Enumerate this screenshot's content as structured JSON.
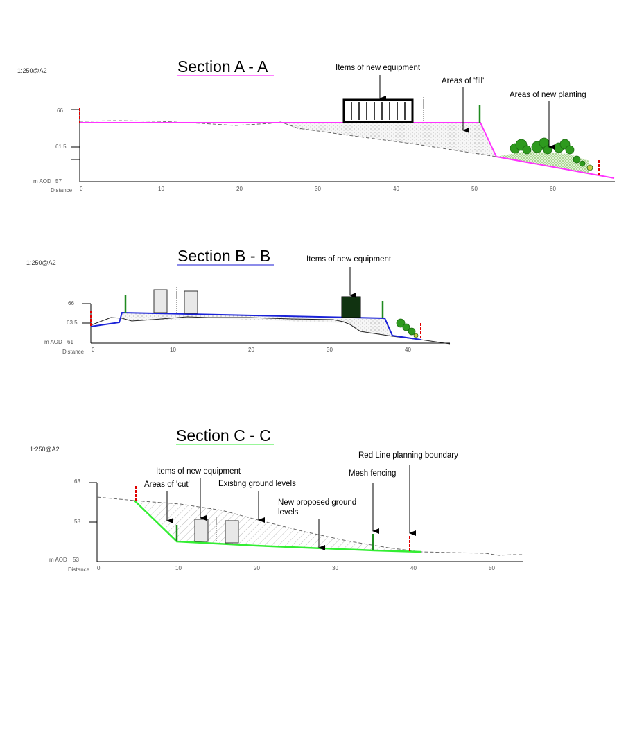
{
  "sections": [
    {
      "id": "A",
      "title": "Section A - A",
      "title_color": "#ff00ff",
      "line_color": "#ff33ff",
      "scale": "1:250@A2",
      "datum_label": "m AOD",
      "distance_label": "Distance",
      "y_ticks": [
        "66",
        "61.5",
        "57"
      ],
      "x_ticks": [
        "0",
        "10",
        "20",
        "30",
        "40",
        "50",
        "60"
      ],
      "annotations": [
        "Items of new equipment",
        "Areas of 'fill'",
        "Areas of new planting"
      ]
    },
    {
      "id": "B",
      "title": "Section B - B",
      "title_color": "#1a1ad6",
      "line_color": "#1a22d8",
      "scale": "1:250@A2",
      "datum_label": "m AOD",
      "distance_label": "Distance",
      "y_ticks": [
        "66",
        "63.5",
        "61"
      ],
      "x_ticks": [
        "0",
        "10",
        "20",
        "30",
        "40"
      ],
      "annotations": [
        "Items of new equipment"
      ]
    },
    {
      "id": "C",
      "title": "Section C - C",
      "title_color": "#33ee33",
      "line_color": "#33ee33",
      "scale": "1:250@A2",
      "datum_label": "m AOD",
      "distance_label": "Distance",
      "y_ticks": [
        "63",
        "58",
        "53"
      ],
      "x_ticks": [
        "0",
        "10",
        "20",
        "30",
        "40",
        "50"
      ],
      "annotations": [
        "Items of new equipment",
        "Areas of 'cut'",
        "Existing ground levels",
        "New proposed ground",
        "levels",
        "Mesh fencing",
        "Red Line planning boundary"
      ]
    }
  ],
  "colors": {
    "boundary_red": "#e00000",
    "fence_green": "#1f8a1f",
    "planting_green": "#2e9a1e",
    "existing_ground": "#666666"
  }
}
